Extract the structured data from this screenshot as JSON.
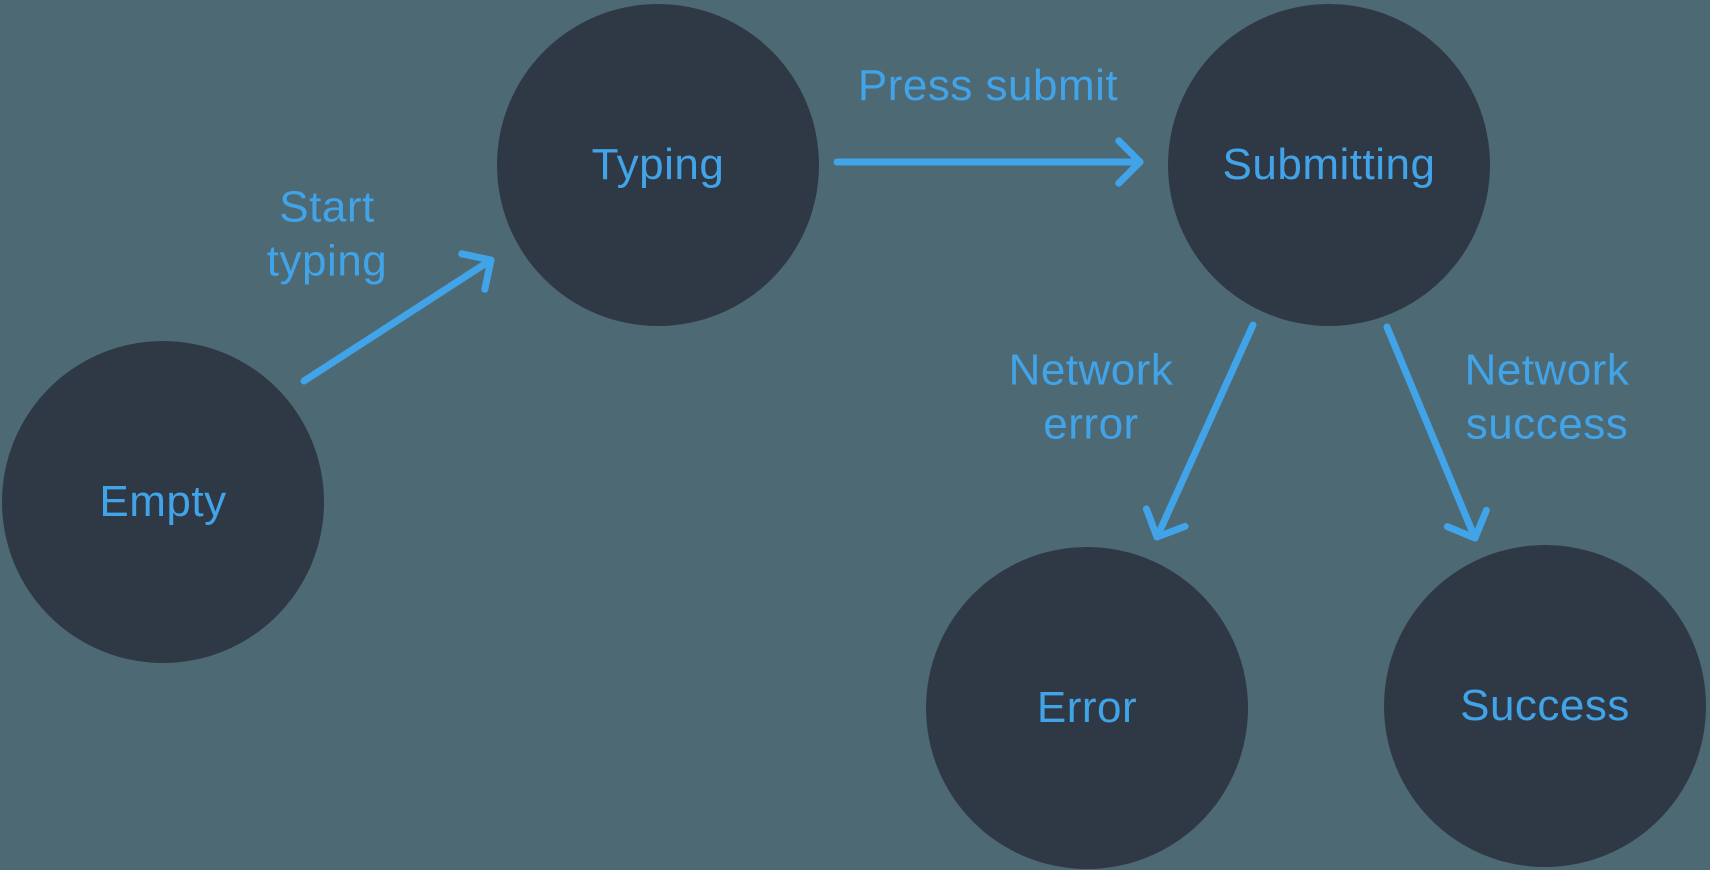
{
  "diagram": {
    "kind": "state-machine",
    "states": [
      {
        "id": "empty",
        "label": "Empty"
      },
      {
        "id": "typing",
        "label": "Typing"
      },
      {
        "id": "submitting",
        "label": "Submitting"
      },
      {
        "id": "error",
        "label": "Error"
      },
      {
        "id": "success",
        "label": "Success"
      }
    ],
    "transitions": [
      {
        "from": "empty",
        "to": "typing",
        "label": "Start typing"
      },
      {
        "from": "typing",
        "to": "submitting",
        "label": "Press submit"
      },
      {
        "from": "submitting",
        "to": "error",
        "label": "Network error"
      },
      {
        "from": "submitting",
        "to": "success",
        "label": "Network success"
      }
    ],
    "colors": {
      "background": "#4d6973",
      "node_fill": "#2f3946",
      "accent_blue": "#41a3e8"
    }
  }
}
